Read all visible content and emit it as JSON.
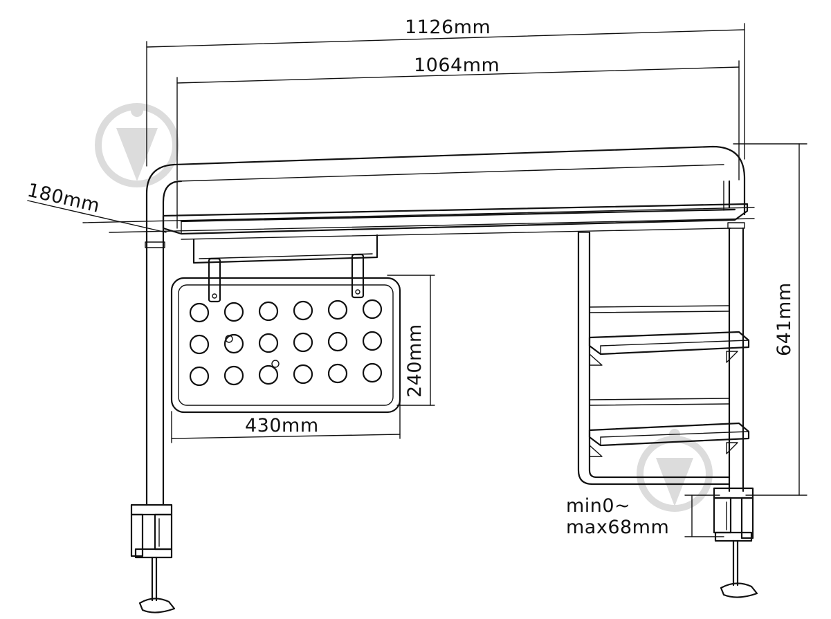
{
  "dimensions": {
    "total_width": "1126mm",
    "shelf_width": "1064mm",
    "depth": "180mm",
    "height": "641mm",
    "pegboard_height": "240mm",
    "pegboard_width": "430mm",
    "clamp_range_line1": "min0~",
    "clamp_range_line2": "max68mm"
  },
  "pegboard": {
    "rows": 3,
    "cols": 6
  },
  "colors": {
    "line": "#111111",
    "watermark": "#dcdcdc"
  }
}
